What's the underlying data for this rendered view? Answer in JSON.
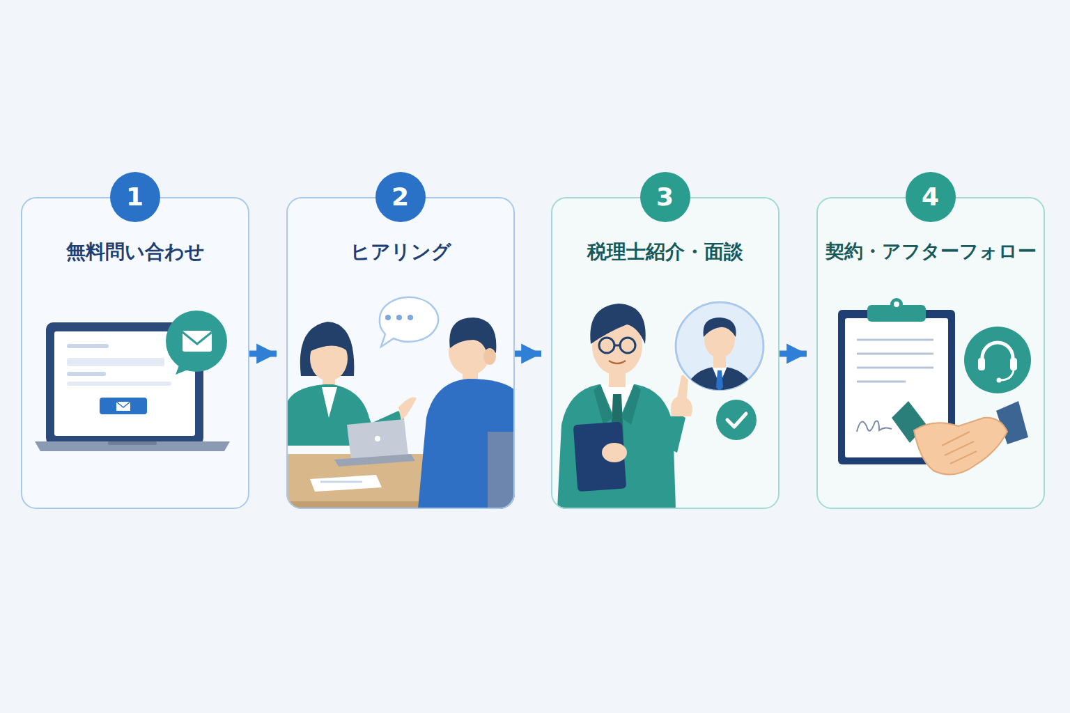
{
  "diagram": {
    "nodes": [
      {
        "text": [
          "無料問い合わせ"
        ]
      },
      {
        "text": [
          "1"
        ],
        "in": 0
      },
      {
        "text": [
          "ヒアリング"
        ]
      },
      {
        "text": [
          "2"
        ],
        "in": 2
      },
      {
        "text": [
          "税理士紹介・面談"
        ]
      },
      {
        "text": [
          "3"
        ],
        "in": 4
      },
      {
        "text": [
          "契約・アフターフォロー"
        ]
      },
      {
        "text": [
          "4"
        ],
        "in": 6
      }
    ],
    "edges": [
      {
        "from": 0,
        "to": 2,
        "arrow": "to"
      },
      {
        "from": 2,
        "to": 4,
        "arrow": "to"
      },
      {
        "from": 4,
        "to": 6,
        "arrow": "to"
      }
    ]
  }
}
